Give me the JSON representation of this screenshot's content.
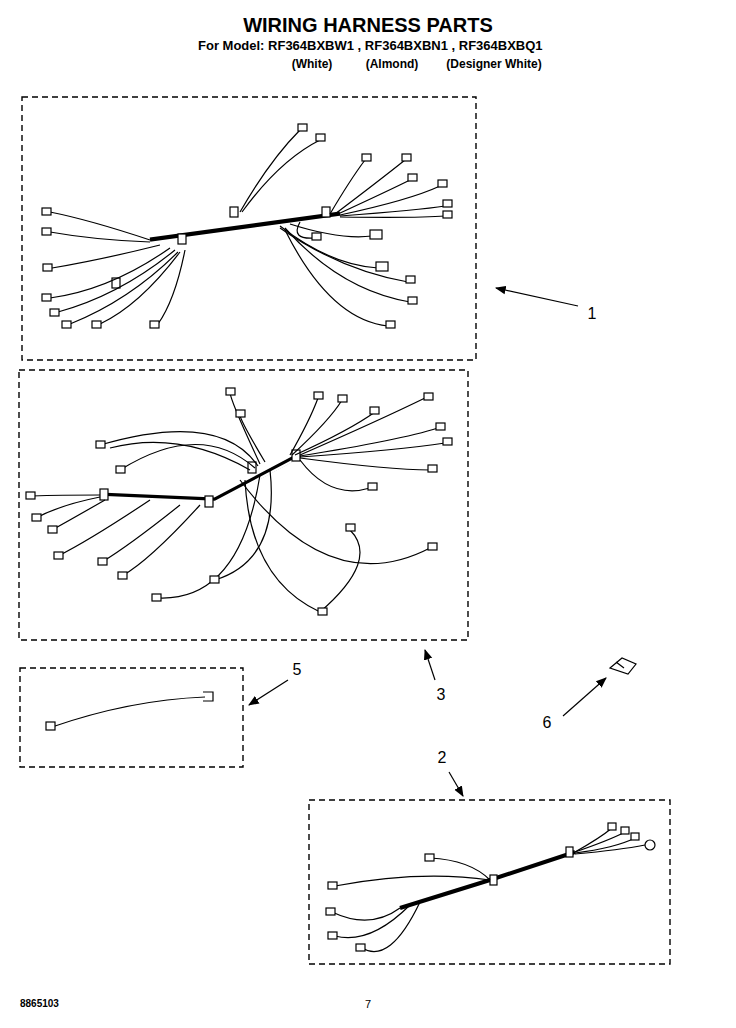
{
  "diagram": {
    "title": "WIRING HARNESS PARTS",
    "labels": [
      "For Model: RF364BXBW1 , RF364BXBN1 , RF364BXBQ1",
      "(White)",
      "(Almond)",
      "(Designer White)",
      "1",
      "3",
      "5",
      "6",
      "2",
      "8865103",
      "7"
    ]
  }
}
